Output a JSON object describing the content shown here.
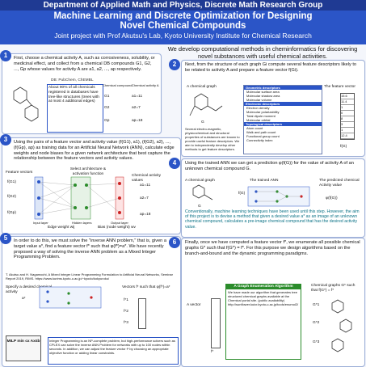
{
  "header": {
    "dept": "Department of Applied Math and Physics, Discrete Math Research Group",
    "title_line1": "Machine Learning and Discrete Optimization for Designing",
    "title_line2": "Novel Chemical Compounds",
    "subtitle": "Joint project with Prof Akutsu's Lab, Kyoto University Institute for Chemical Research"
  },
  "intro": "We develop computational methods in cheminformatics for discovering novel substances with useful chemical activities.",
  "step1": {
    "num": "1",
    "text": "First, choose a chemical activity A, such as corrosiveness, solubility, or medicinal effect, and collect from a chemical DB compounds G1, G2, ..., Gp whose values for activity A are a1, a2, ..., ap respectively.",
    "db_label": "DB: PubChem, ChEMBL",
    "db_note": "About 90% of all chemicals registered in databases have tree-like structures (trees with at most 4 additional edges)",
    "col1": "Chemical compound",
    "col2": "Chemical activity A",
    "rows": [
      {
        "g": "G1",
        "a": "a1=11"
      },
      {
        "g": "G2",
        "a": "a2=7"
      },
      {
        "g": "Gp",
        "a": "ap=18"
      }
    ]
  },
  "step2": {
    "num": "2",
    "text": "Next, from the structure of each graph Gi compute several feature descriptors likely to be related to activity A and prepare a feature vector f(Gi).",
    "graph_label": "A chemical graph",
    "g_label": "G",
    "vec_label": "The feature vector",
    "vec_values": [
      "15.6",
      "11.4",
      "1",
      "0",
      "8",
      "3",
      "1",
      "12.4"
    ],
    "fg": "f(G)",
    "geo_title": "Geometric descriptors",
    "geo": [
      "Molecular surface area",
      "Molecular shadow area",
      "Molecular volume"
    ],
    "elec_title": "Electronic descriptors",
    "elec": [
      "Electron density",
      "Molecular polarizability",
      "Total dipole moment",
      "Molecular orbital"
    ],
    "topo_title": "Topological descriptors",
    "topo": [
      "Atom count",
      "Walk and path count",
      "Functional group count",
      "Connectivity index"
    ],
    "side_note": "Several electro-magnetic, physicochemical and structural properties of substances are known to provide useful feature descriptors. We aim to independently develop other methods to get feature descriptors."
  },
  "step3": {
    "num": "3",
    "text": "Using the pairs of a feature vector and activity value (f(G1), a1), (f(G2), a2), ..., (f(Gp), ap) as training data for an Artificial Neural Network (ANN), calculate edge weights and node biases for a given network architecture that best capture the relationship between the feature vectors and activity values.",
    "feature_vectors": "Feature vectors",
    "arch": "Select architecture & activation function",
    "chem_values": "Chemical activity values",
    "inputs": [
      "f(G1)",
      "f(G2)",
      "f(Gp)"
    ],
    "outputs": [
      "a1=11",
      "a2=7",
      "ap=18"
    ],
    "input_layer": "Input layer",
    "hidden_layers": "Hidden layers",
    "output_layer": "Output layer",
    "edge_weight": "Edge weight wij",
    "bias": "Bias (node weight) wv"
  },
  "step4": {
    "num": "4",
    "text": "Using the trained ANN we can get a prediction φ(f(G)) for the value of activity A of an unknown chemical compound G.",
    "graph_label": "A chemical graph",
    "g_label": "G",
    "trained": "The trained ANN",
    "predicted": "The predicted chemical Activity value",
    "phi": "φ(f(G))",
    "fg": "f(G)",
    "note": "Conventionally, machine learning techniques have been used until this step. However, the aim of this project is to devise a method that given a desired value a* as an image of an unknown chemical compound, calculates a pre-image chemical compound that has the desired activity value."
  },
  "step5": {
    "num": "5",
    "text": "In order to do this, we must solve the \"inverse ANN problem,\" that is, given a target value a*, find a feature vector f* such that φ(f*)=a*. We have recently proposed a way of solving the inverse ANN problem as a Mixed Integer Programming Problem.",
    "ref": "T. Akutsu and H. Nagamochi, A Mixed Integer Linear Programming Formulation to Artificial Neural Networks, Seminar Report 2019, RIMS. https://www.kurims.kyoto-u.ac.jp/~kyodo/kokyuroku/",
    "specify": "Specify a desired chemical activity",
    "astar": "a*",
    "vectors": "Vectors f* such that φ(f*)=a*",
    "fstars": [
      "f*1",
      "f*2",
      "f*3"
    ],
    "milp": "MILP min cx Ax≤b",
    "milp_note": "Integer Programming is an NP-complete problem, but high-performance solvers such as CPLEX can solve the inverse ANN Problem for networks with up to 100 nodes within seconds. In addition, we can adjust the feature vector f* by choosing an appropriate objective function or adding linear constraints."
  },
  "step6": {
    "num": "6",
    "text": "Finally, once we have computed a feature vector f*, we enumerate all possible chemical graphs G* such that f(G*) = f*. For this purpose we design algorithms based on the branch-and-bound and the dynamic programming paradigms.",
    "vector": "A vector",
    "fstar": "f*",
    "algo_title": "A Graph Enumeration Algorithm",
    "algo_text": "We have made our algorithm that generates tree structured chemical graphs available at the Chemical portal site. (public availability) http://sunflower.kuicr.kyoto-u.ac.jp/tools/enumol2/",
    "result": "Chemical graphs G* such that f(G*) = f*",
    "gstars": [
      "G*1",
      "G*2",
      "G*3"
    ]
  },
  "colors": {
    "dark_blue": "#1f3a93",
    "blue": "#2b55c7",
    "teal": "#0b7286",
    "orange": "#d06a00"
  }
}
